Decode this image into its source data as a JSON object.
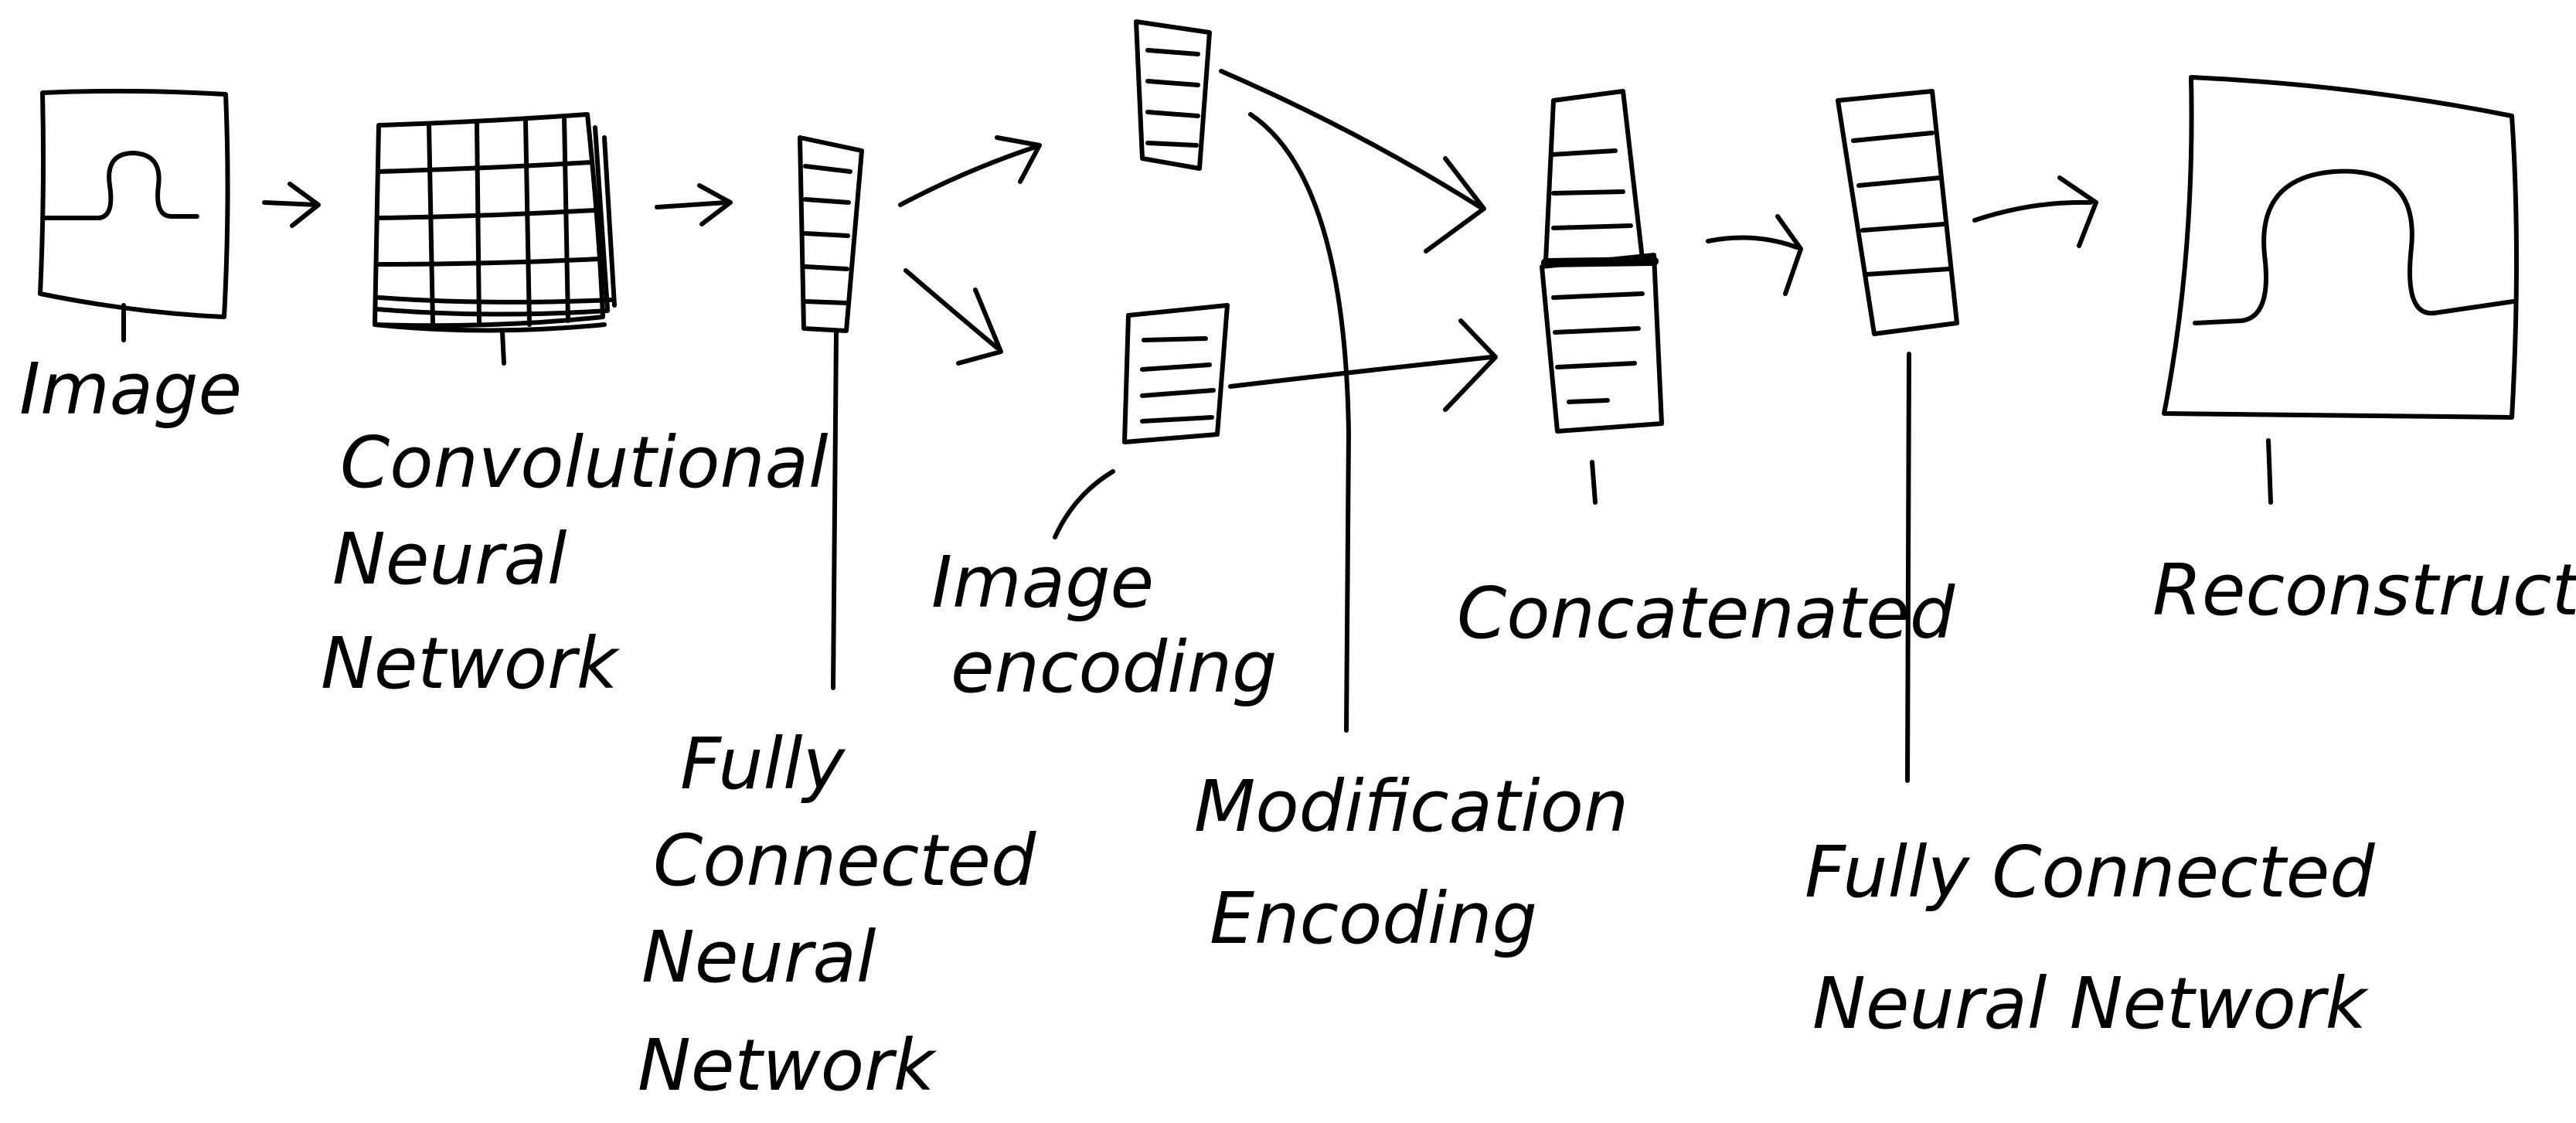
{
  "labels": {
    "image": "Image",
    "cnn": [
      "Convolutional",
      "Neural",
      "Network"
    ],
    "fc1": [
      "Fully",
      "Connected",
      "Neural",
      "Network"
    ],
    "image_encoding": [
      "Image",
      "encoding"
    ],
    "modification_encoding": [
      "Modification",
      "Encoding"
    ],
    "concatenated": "Concatenated",
    "fc2": [
      "Fully Connected",
      "Neural Network"
    ],
    "reconstruction": "Reconstruction"
  },
  "colors": {
    "ink": "#000000",
    "background": "#ffffff"
  }
}
